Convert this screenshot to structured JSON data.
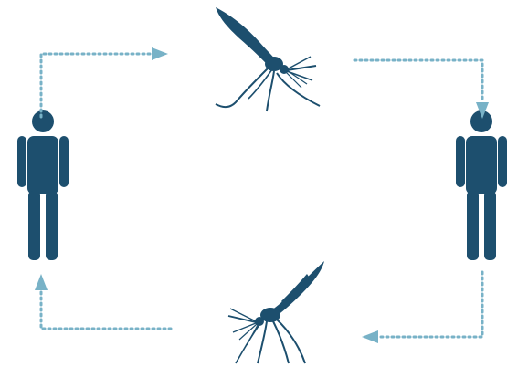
{
  "diagram": {
    "kind": "transmission-cycle",
    "text": [],
    "nodes": [
      {
        "id": "person-left",
        "icon": "person-icon"
      },
      {
        "id": "mosquito-top",
        "icon": "mosquito-icon"
      },
      {
        "id": "person-right",
        "icon": "person-icon"
      },
      {
        "id": "mosquito-bottom",
        "icon": "mosquito-icon"
      }
    ],
    "arrows": [
      {
        "from": "person-left",
        "to": "mosquito-top",
        "style": "dotted",
        "head": "triangle"
      },
      {
        "from": "mosquito-top",
        "to": "person-right",
        "style": "dotted",
        "head": "triangle"
      },
      {
        "from": "person-right",
        "to": "mosquito-bottom",
        "style": "dotted",
        "head": "triangle"
      },
      {
        "from": "mosquito-bottom",
        "to": "person-left",
        "style": "dotted",
        "head": "triangle"
      }
    ]
  },
  "colors": {
    "figure": "#1d4f6e",
    "arrow": "#78b2c7",
    "background": "#ffffff"
  }
}
